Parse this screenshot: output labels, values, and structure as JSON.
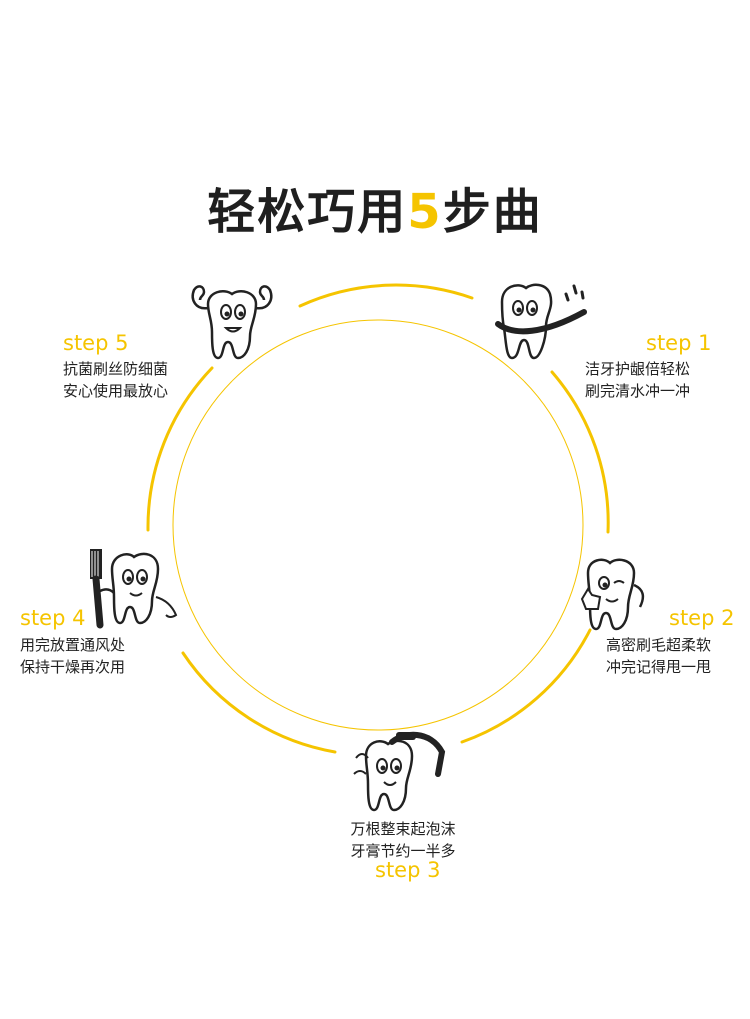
{
  "title": {
    "main": "轻松巧用",
    "accent_number": "5",
    "suffix": "步曲"
  },
  "colors": {
    "accent": "#f5c400",
    "text": "#222222"
  },
  "steps": [
    {
      "label": "step 1",
      "line1": "洁牙护龈倍轻松",
      "line2": "刷完清水冲一冲",
      "icon": "tooth-with-toothbrush-icon"
    },
    {
      "label": "step 2",
      "line1": "高密刷毛超柔软",
      "line2": "冲完记得甩一甩",
      "icon": "tooth-thumbs-up-icon"
    },
    {
      "label": "step 3",
      "line1": "万根整束起泡沫",
      "line2": "牙膏节约一半多",
      "icon": "tooth-holding-toothbrush-icon"
    },
    {
      "label": "step 4",
      "line1": "用完放置通风处",
      "line2": "保持干燥再次用",
      "icon": "tooth-with-standing-toothbrush-icon"
    },
    {
      "label": "step 5",
      "line1": "抗菌刷丝防细菌",
      "line2": "安心使用最放心",
      "icon": "strong-tooth-icon"
    }
  ]
}
